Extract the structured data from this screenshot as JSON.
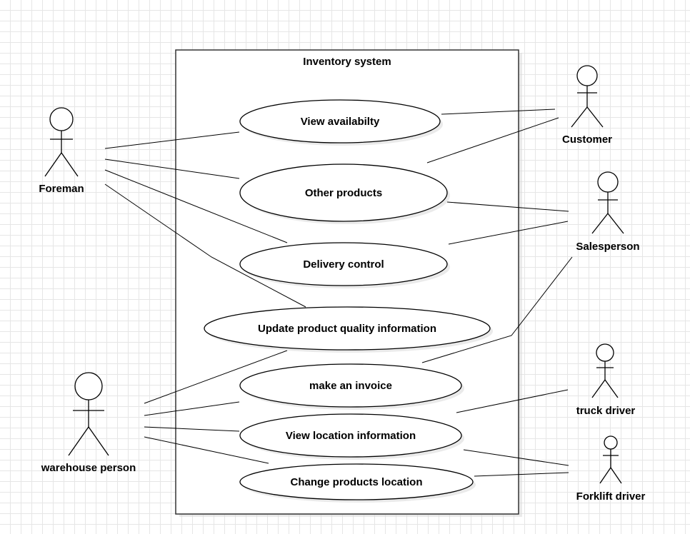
{
  "diagram": {
    "system_title": "Inventory system",
    "use_cases": [
      {
        "id": "view-availability",
        "label": "View availabilty"
      },
      {
        "id": "other-products",
        "label": "Other products"
      },
      {
        "id": "delivery-control",
        "label": "Delivery control"
      },
      {
        "id": "update-quality",
        "label": "Update product quality information"
      },
      {
        "id": "make-invoice",
        "label": "make an invoice"
      },
      {
        "id": "view-location",
        "label": "View location information"
      },
      {
        "id": "change-location",
        "label": "Change products location"
      }
    ],
    "actors": [
      {
        "id": "foreman",
        "label": "Foreman"
      },
      {
        "id": "warehouse-person",
        "label": "warehouse person"
      },
      {
        "id": "customer",
        "label": "Customer"
      },
      {
        "id": "salesperson",
        "label": "Salesperson"
      },
      {
        "id": "truck-driver",
        "label": "truck driver"
      },
      {
        "id": "forklift-driver",
        "label": "Forklift driver"
      }
    ]
  }
}
